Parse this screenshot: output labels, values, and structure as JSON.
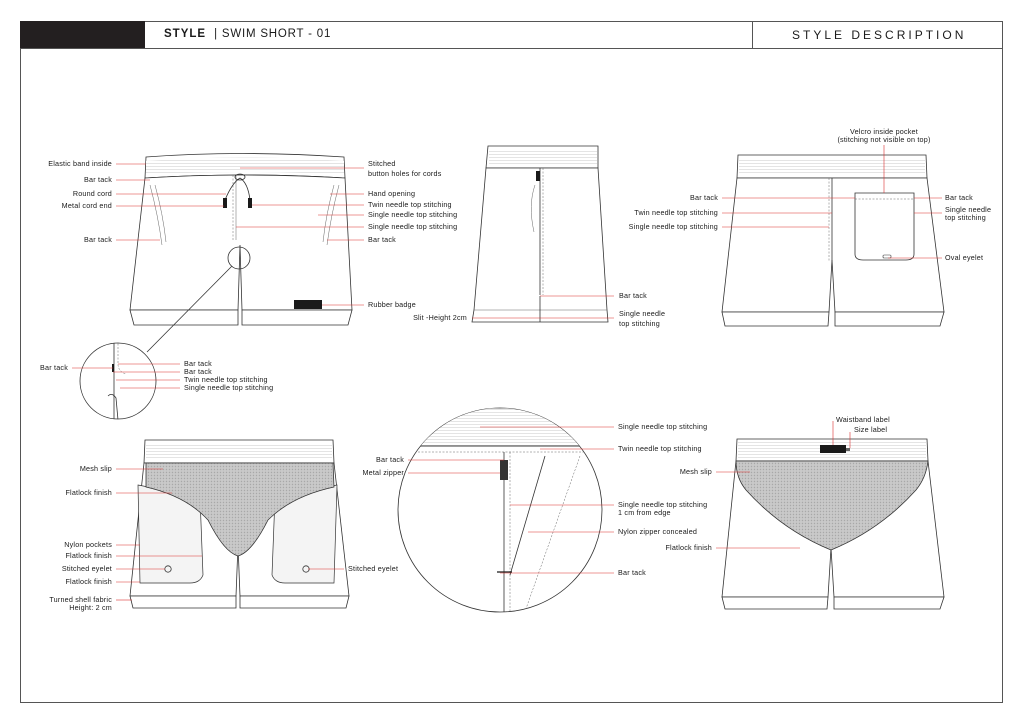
{
  "header": {
    "style_label": "STYLE",
    "style_name": "| SWIM SHORT - 01",
    "description_label": "STYLE DESCRIPTION"
  },
  "front_view": {
    "labels_left": [
      "Elastic band inside",
      "Bar tack",
      "Round cord",
      "Metal cord end",
      "Bar tack"
    ],
    "labels_right": [
      "Stitched",
      "button holes for cords",
      "Hand opening",
      "Twin needle top stitching",
      "Single needle top stitching",
      "Single needle top stitching",
      "Bar tack",
      "Rubber badge"
    ]
  },
  "detail_view": {
    "label_left": "Bar tack",
    "labels_right": [
      "Bar tack",
      "Bar tack",
      "Twin needle top stitching",
      "Single needle top stitching"
    ]
  },
  "side_view": {
    "label_left": "Slit -Height 2cm",
    "labels_right": [
      "Bar tack",
      "Single needle",
      "top stitching"
    ]
  },
  "back_view": {
    "labels_top": [
      "Velcro inside pocket",
      "(stitching not visible on top)"
    ],
    "labels_left": [
      "Bar tack",
      "Twin needle top stitching",
      "Single needle top stitching"
    ],
    "labels_right": [
      "Bar tack",
      "Single needle",
      "top stitching",
      "Oval eyelet"
    ]
  },
  "inside_front_view": {
    "labels_left": [
      "Mesh slip",
      "Flatlock finish",
      "Nylon pockets",
      "Flatlock finish",
      "Stitched eyelet",
      "Flatlock finish",
      "Turned shell fabric",
      "Height: 2 cm"
    ],
    "label_right": "Stitched eyelet"
  },
  "zipper_detail": {
    "labels_left": [
      "Bar tack",
      "Metal zipper"
    ],
    "labels_right": [
      "Single needle top stitching",
      "Twin needle top stitching",
      "Single needle top stitching",
      "1 cm from edge",
      "Nylon zipper concealed",
      "Flatlock finish",
      "Bar tack"
    ]
  },
  "inside_back_view": {
    "labels_top": [
      "Waistband label",
      "Size label"
    ],
    "label_left": "Mesh slip"
  },
  "colors": {
    "header_block": "#231f20",
    "callout_line": "#d9302f",
    "outline": "#333333"
  }
}
